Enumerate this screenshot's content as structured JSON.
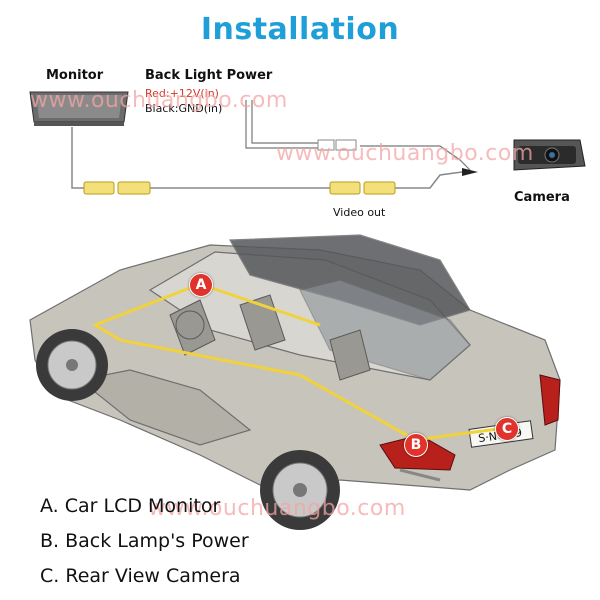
{
  "title": "Installation",
  "wiring": {
    "monitor_label": "Monitor",
    "power_label": "Back Light Power",
    "red_wire": "Red:+12V(in)",
    "black_wire": "Black:GND(in)",
    "video_out": "Video out",
    "camera_label": "Camera"
  },
  "watermarks": [
    "www.ouchuangbo.com",
    "www.ouchuangbo.com",
    "www.ouchuangbo.com"
  ],
  "markers": {
    "a": "A",
    "b": "B",
    "c": "C"
  },
  "plate_text": "S·NC 29",
  "legend": [
    "A. Car LCD Monitor",
    "B. Back Lamp's Power",
    "C. Rear View Camera"
  ],
  "colors": {
    "title": "#1f9fd8",
    "marker": "#e0332b",
    "harness": "#f2d23a",
    "watermark": "#f3a5a5"
  }
}
